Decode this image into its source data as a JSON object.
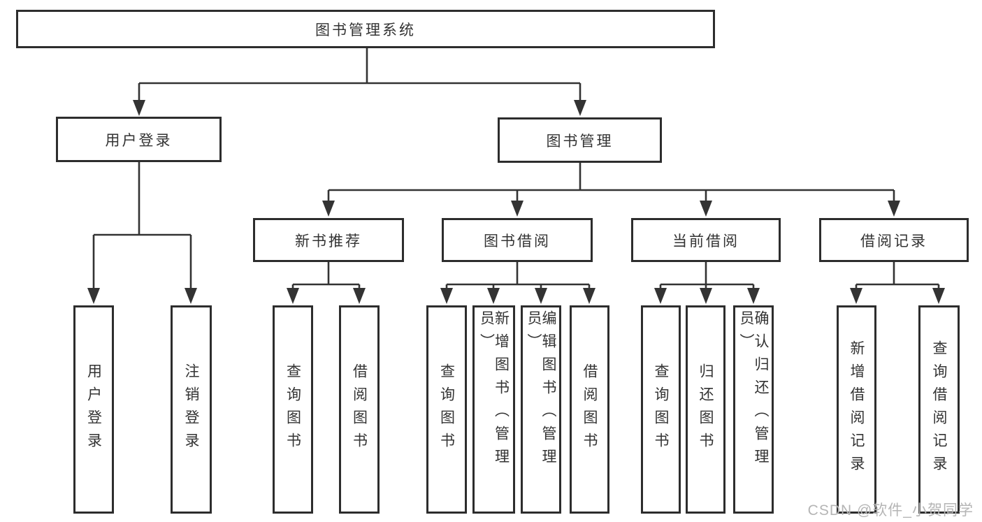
{
  "diagram": {
    "root": {
      "label": "图书管理系统"
    },
    "branches": [
      {
        "label": "用户登录",
        "children": [
          {
            "label": "用户登录"
          },
          {
            "label": "注销登录"
          }
        ]
      },
      {
        "label": "图书管理",
        "children": [
          {
            "label": "新书推荐",
            "children": [
              {
                "label": "查询图书"
              },
              {
                "label": "借阅图书"
              }
            ]
          },
          {
            "label": "图书借阅",
            "children": [
              {
                "label": "查询图书"
              },
              {
                "label": "新增图书（管理员）"
              },
              {
                "label": "编辑图书（管理员）"
              },
              {
                "label": "借阅图书"
              }
            ]
          },
          {
            "label": "当前借阅",
            "children": [
              {
                "label": "查询图书"
              },
              {
                "label": "归还图书"
              },
              {
                "label": "确认归还（管理员）"
              }
            ]
          },
          {
            "label": "借阅记录",
            "children": [
              {
                "label": "新增借阅记录"
              },
              {
                "label": "查询借阅记录"
              }
            ]
          }
        ]
      }
    ]
  },
  "watermark": {
    "text": "CSDN @软件_小贺同学"
  },
  "colors": {
    "line": "#333333",
    "box_border": "#2d2d2d",
    "box_fill": "#ffffff",
    "text": "#333333",
    "watermark": "#b5b5b5",
    "background": "#ffffff"
  }
}
